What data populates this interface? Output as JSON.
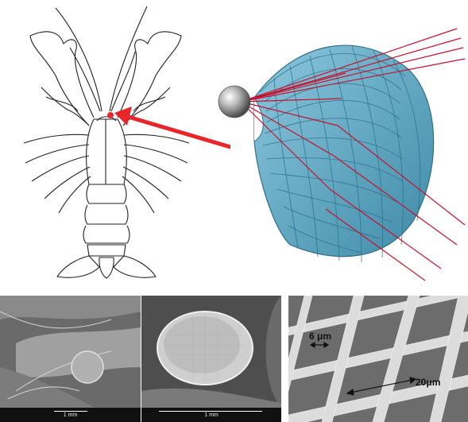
{
  "sem": {
    "left_scale": "1 mm",
    "mid_scale": "1 mm",
    "grid_label_small": "6 μm",
    "grid_label_large": "20μm"
  },
  "colors": {
    "arrow": "#e8262a",
    "facet": "#5fa8c4",
    "facet_edge": "#2f6f88",
    "ray": "#c8102e"
  }
}
